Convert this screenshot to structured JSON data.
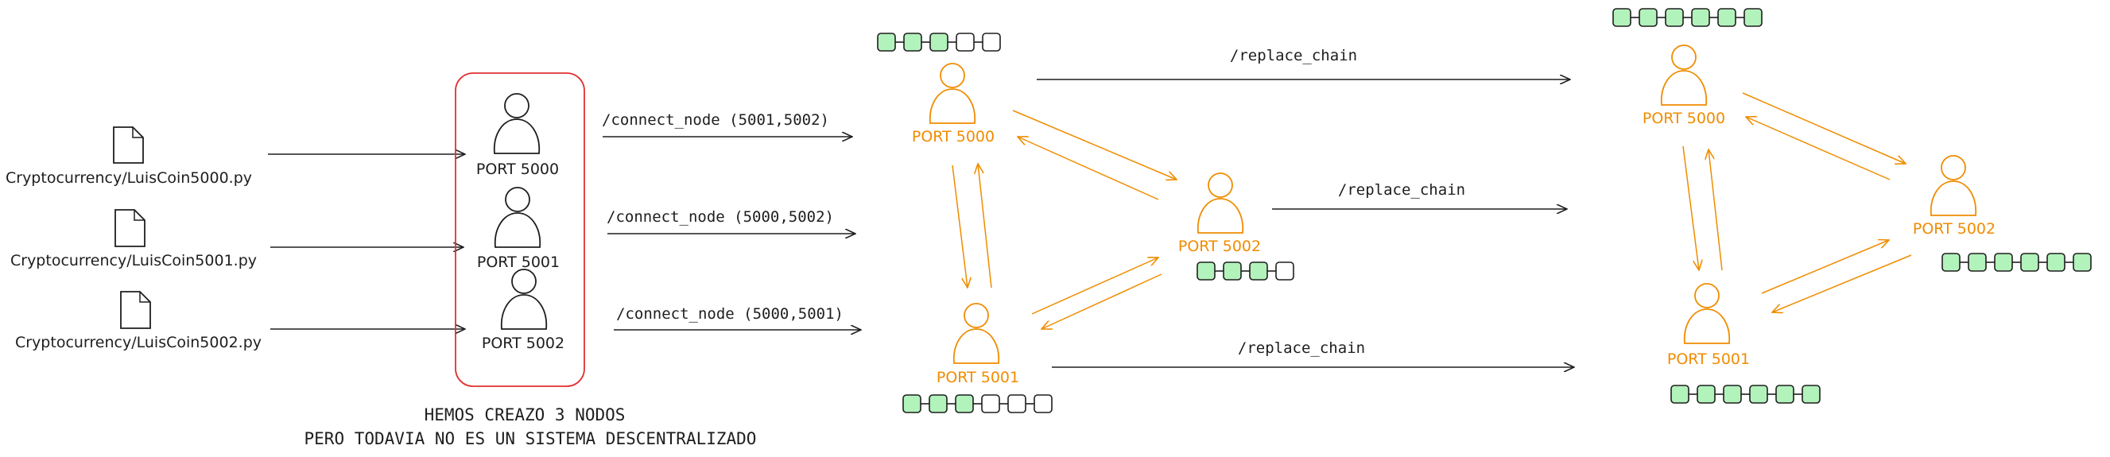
{
  "files": [
    {
      "name": "Cryptocurrency/LuisCoin5000.py"
    },
    {
      "name": "Cryptocurrency/LuisCoin5001.py"
    },
    {
      "name": "Cryptocurrency/LuisCoin5002.py"
    }
  ],
  "initial_nodes": [
    {
      "label": "PORT 5000"
    },
    {
      "label": "PORT 5001"
    },
    {
      "label": "PORT 5002"
    }
  ],
  "connect_calls": [
    {
      "label": "/connect_node (5001,5002)"
    },
    {
      "label": "/connect_node (5000,5002)"
    },
    {
      "label": "/connect_node (5000,5001)"
    }
  ],
  "caption": {
    "line1": "HEMOS CREAZO 3 NODOS",
    "line2": "PERO TODAVIA NO ES UN SISTEMA DESCENTRALIZADO"
  },
  "network_before": {
    "nodes": [
      {
        "label": "PORT 5000",
        "chain": [
          true,
          true,
          true,
          false,
          false
        ]
      },
      {
        "label": "PORT 5002",
        "chain": [
          true,
          true,
          true,
          false
        ]
      },
      {
        "label": "PORT 5001",
        "chain": [
          true,
          true,
          true,
          false,
          false,
          false
        ]
      }
    ]
  },
  "replace_calls": [
    {
      "label": "/replace_chain"
    },
    {
      "label": "/replace_chain"
    },
    {
      "label": "/replace_chain"
    }
  ],
  "network_after": {
    "nodes": [
      {
        "label": "PORT 5000",
        "chain": [
          true,
          true,
          true,
          true,
          true,
          true
        ]
      },
      {
        "label": "PORT 5002",
        "chain": [
          true,
          true,
          true,
          true,
          true,
          true
        ]
      },
      {
        "label": "PORT 5001",
        "chain": [
          true,
          true,
          true,
          true,
          true,
          true
        ]
      }
    ]
  },
  "colors": {
    "ink": "#1e1e1e",
    "node_accent": "#f08c00",
    "group_box": "#e03131",
    "block_filled": "#b2f2bb",
    "block_empty": "#ffffff"
  },
  "icons": {
    "file": "document-icon",
    "node": "user-icon",
    "block": "block-icon"
  }
}
